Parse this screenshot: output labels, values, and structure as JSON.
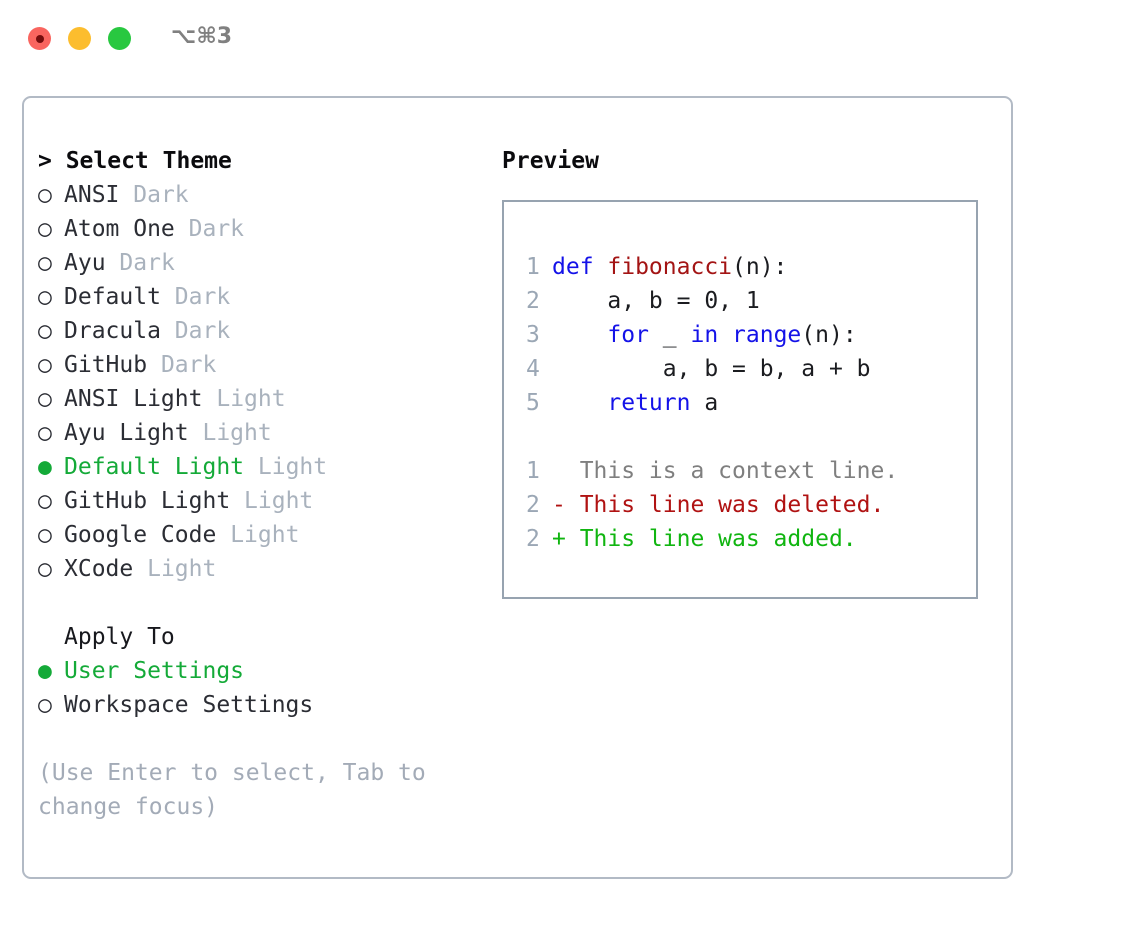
{
  "titlebar": {
    "shortcut": "⌥⌘3",
    "buttons": [
      "close",
      "minimize",
      "maximize"
    ],
    "colors": {
      "close": "#f9655f",
      "minimize": "#fcbd2e",
      "maximize": "#28c840"
    }
  },
  "theme_picker": {
    "header": "> Select Theme",
    "marker_selected": "●",
    "marker_unselected": "○",
    "accent_color": "#14aa38",
    "tag_color": "#a9b2bd",
    "items": [
      {
        "marker": "○",
        "name": "ANSI",
        "tag": "Dark",
        "selected": false
      },
      {
        "marker": "○",
        "name": "Atom One",
        "tag": "Dark",
        "selected": false
      },
      {
        "marker": "○",
        "name": "Ayu",
        "tag": "Dark",
        "selected": false
      },
      {
        "marker": "○",
        "name": "Default",
        "tag": "Dark",
        "selected": false
      },
      {
        "marker": "○",
        "name": "Dracula",
        "tag": "Dark",
        "selected": false
      },
      {
        "marker": "○",
        "name": "GitHub",
        "tag": "Dark",
        "selected": false
      },
      {
        "marker": "○",
        "name": "ANSI Light",
        "tag": "Light",
        "selected": false
      },
      {
        "marker": "○",
        "name": "Ayu Light",
        "tag": "Light",
        "selected": false
      },
      {
        "marker": "●",
        "name": "Default Light",
        "tag": "Light",
        "selected": true
      },
      {
        "marker": "○",
        "name": "GitHub Light",
        "tag": "Light",
        "selected": false
      },
      {
        "marker": "○",
        "name": "Google Code",
        "tag": "Light",
        "selected": false
      },
      {
        "marker": "○",
        "name": "XCode",
        "tag": "Light",
        "selected": false
      }
    ]
  },
  "apply_to": {
    "header": "Apply To",
    "items": [
      {
        "marker": "●",
        "label": "User Settings",
        "selected": true
      },
      {
        "marker": "○",
        "label": "Workspace Settings",
        "selected": false
      }
    ]
  },
  "hint": "(Use Enter to select, Tab to change focus)",
  "preview": {
    "title": "Preview",
    "code_lines": [
      {
        "num": "1",
        "tokens": [
          {
            "t": "def ",
            "c": "kw"
          },
          {
            "t": "fibonacci",
            "c": "fn"
          },
          {
            "t": "(n):",
            "c": "pl"
          }
        ]
      },
      {
        "num": "2",
        "tokens": [
          {
            "t": "    a, b = 0, 1",
            "c": "pl"
          }
        ]
      },
      {
        "num": "3",
        "tokens": [
          {
            "t": "    ",
            "c": "pl"
          },
          {
            "t": "for",
            "c": "kw"
          },
          {
            "t": " _ ",
            "c": "pl"
          },
          {
            "t": "in",
            "c": "kw"
          },
          {
            "t": " ",
            "c": "pl"
          },
          {
            "t": "range",
            "c": "kw"
          },
          {
            "t": "(n):",
            "c": "pl"
          }
        ]
      },
      {
        "num": "4",
        "tokens": [
          {
            "t": "        a, b = b, a + b",
            "c": "pl"
          }
        ]
      },
      {
        "num": "5",
        "tokens": [
          {
            "t": "    ",
            "c": "pl"
          },
          {
            "t": "return",
            "c": "kw"
          },
          {
            "t": " a",
            "c": "pl"
          }
        ]
      }
    ],
    "diff_lines": [
      {
        "num": "1",
        "text": "  This is a context line.",
        "kind": "context"
      },
      {
        "num": "2",
        "text": "- This line was deleted.",
        "kind": "deleted"
      },
      {
        "num": "2",
        "text": "+ This line was added.",
        "kind": "added"
      }
    ],
    "syntax_colors": {
      "keyword": "#1412e8",
      "function": "#a31414",
      "plain": "#1b1c20",
      "line_number": "#9ba7b5",
      "diff_context": "#7f7f7f",
      "diff_deleted": "#b01212",
      "diff_added": "#10b510"
    }
  }
}
